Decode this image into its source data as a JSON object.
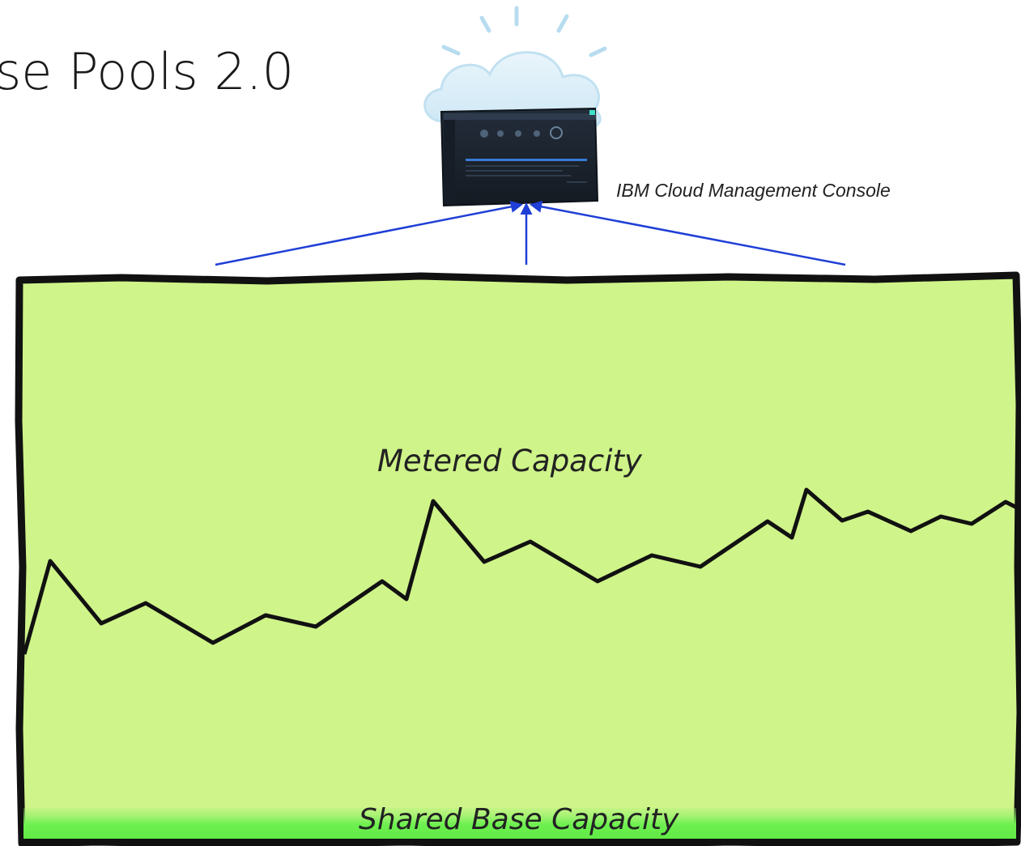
{
  "title": "se Pools 2.0",
  "console_label": "IBM Cloud Management Console",
  "metered_label": "Metered Capacity",
  "base_label": "Shared Base Capacity",
  "colors": {
    "area_fill": "#cff489",
    "base_band": "#6ef050",
    "border": "#111111",
    "arrows": "#1f3fd6",
    "cloud": "#a9d6ee",
    "console_screen": "#1b2430"
  },
  "icons": {
    "cloud": "cloud-icon",
    "console": "console-screenshot"
  }
}
